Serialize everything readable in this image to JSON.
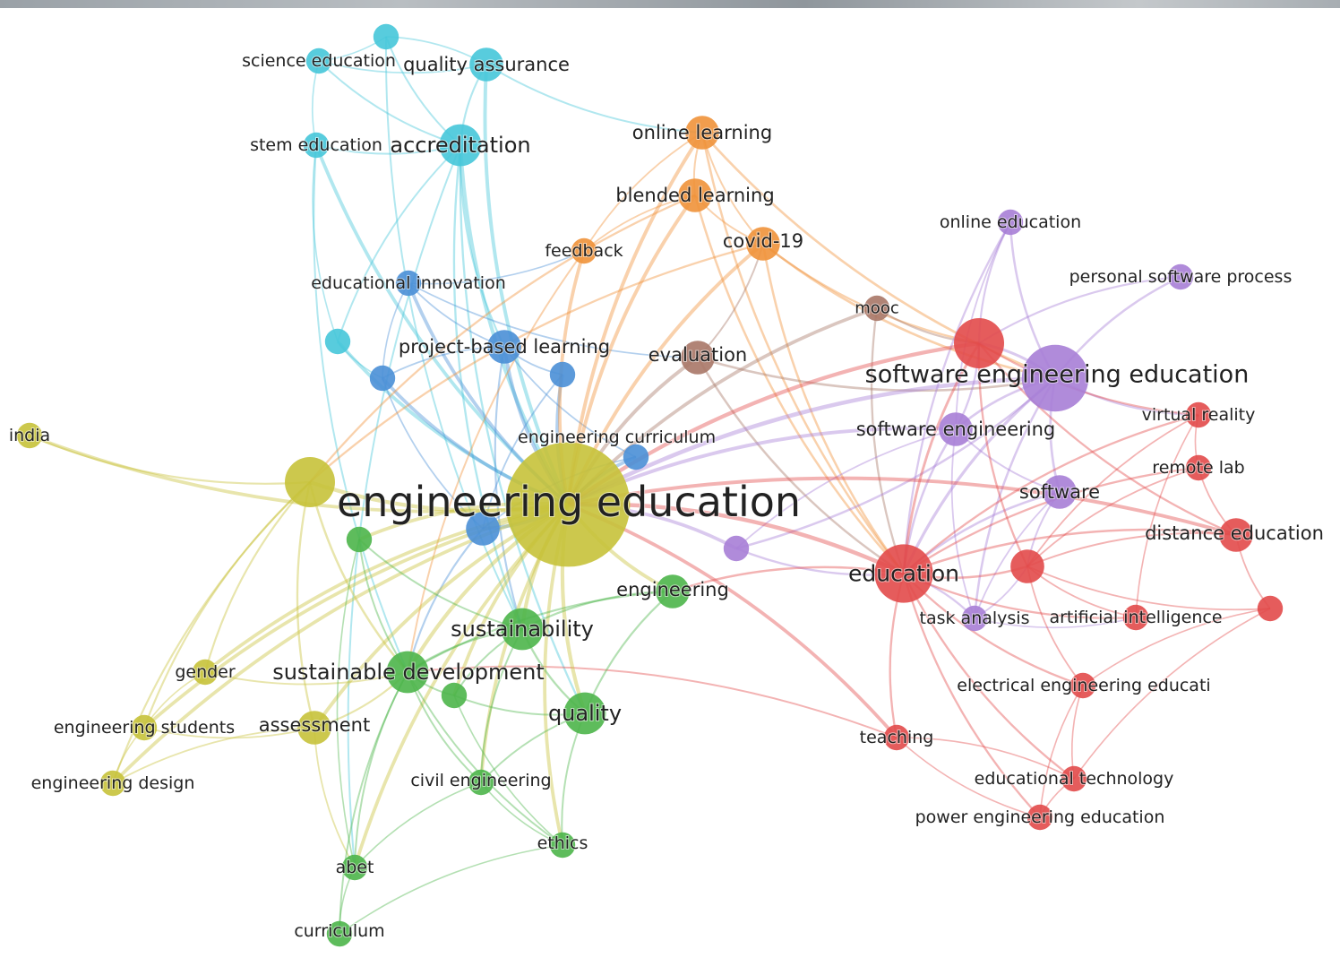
{
  "colors": {
    "cyan": "#46c6d9",
    "blue": "#4a8fd6",
    "orange": "#f0923a",
    "brown": "#a87767",
    "purple": "#a77ed6",
    "red": "#e24a4a",
    "yellow": "#c7c23a",
    "green": "#4cb54a"
  },
  "nodes": [
    {
      "id": "science-education",
      "label": "science education",
      "cluster": "cyan",
      "weight": 2
    },
    {
      "id": "quality-assurance",
      "label": "quality assurance",
      "cluster": "cyan",
      "weight": 3
    },
    {
      "id": "stem-education",
      "label": "stem education",
      "cluster": "cyan",
      "weight": 2
    },
    {
      "id": "accreditation",
      "label": "accreditation",
      "cluster": "cyan",
      "weight": 4
    },
    {
      "id": "cyan-top",
      "label": "",
      "cluster": "cyan",
      "weight": 2
    },
    {
      "id": "cyan-left",
      "label": "",
      "cluster": "cyan",
      "weight": 2
    },
    {
      "id": "educational-innovation",
      "label": "educational innovation",
      "cluster": "blue",
      "weight": 2
    },
    {
      "id": "project-based-learning",
      "label": "project-based learning",
      "cluster": "blue",
      "weight": 3
    },
    {
      "id": "blue-left",
      "label": "",
      "cluster": "blue",
      "weight": 2
    },
    {
      "id": "blue-mid",
      "label": "",
      "cluster": "blue",
      "weight": 2
    },
    {
      "id": "engineering-curriculum",
      "label": "engineering curriculum",
      "cluster": "blue",
      "weight": 2
    },
    {
      "id": "blue-center",
      "label": "",
      "cluster": "blue",
      "weight": 3
    },
    {
      "id": "online-learning",
      "label": "online learning",
      "cluster": "orange",
      "weight": 3
    },
    {
      "id": "blended-learning",
      "label": "blended learning",
      "cluster": "orange",
      "weight": 3
    },
    {
      "id": "feedback",
      "label": "feedback",
      "cluster": "orange",
      "weight": 2
    },
    {
      "id": "covid-19",
      "label": "covid-19",
      "cluster": "orange",
      "weight": 3
    },
    {
      "id": "mooc",
      "label": "mooc",
      "cluster": "brown",
      "weight": 2
    },
    {
      "id": "evaluation",
      "label": "evaluation",
      "cluster": "brown",
      "weight": 3
    },
    {
      "id": "online-education",
      "label": "online education",
      "cluster": "purple",
      "weight": 2
    },
    {
      "id": "personal-software-process",
      "label": "personal software process",
      "cluster": "purple",
      "weight": 2
    },
    {
      "id": "software-engineering-education",
      "label": "software engineering education",
      "cluster": "purple",
      "weight": 7
    },
    {
      "id": "software-engineering",
      "label": "software engineering",
      "cluster": "purple",
      "weight": 3
    },
    {
      "id": "software",
      "label": "software",
      "cluster": "purple",
      "weight": 3
    },
    {
      "id": "purple-mid",
      "label": "",
      "cluster": "purple",
      "weight": 2
    },
    {
      "id": "task-analysis",
      "label": "task analysis",
      "cluster": "purple",
      "weight": 2
    },
    {
      "id": "red-top",
      "label": "",
      "cluster": "red",
      "weight": 5
    },
    {
      "id": "virtual-reality",
      "label": "virtual reality",
      "cluster": "red",
      "weight": 2
    },
    {
      "id": "remote-lab",
      "label": "remote lab",
      "cluster": "red",
      "weight": 2
    },
    {
      "id": "distance-education",
      "label": "distance education",
      "cluster": "red",
      "weight": 3
    },
    {
      "id": "education",
      "label": "education",
      "cluster": "red",
      "weight": 6
    },
    {
      "id": "red-mid",
      "label": "",
      "cluster": "red",
      "weight": 3
    },
    {
      "id": "red-right",
      "label": "",
      "cluster": "red",
      "weight": 2
    },
    {
      "id": "artificial-intelligence",
      "label": "artificial intelligence",
      "cluster": "red",
      "weight": 2
    },
    {
      "id": "electrical-engineering-education",
      "label": "electrical engineering educati",
      "cluster": "red",
      "weight": 2
    },
    {
      "id": "teaching",
      "label": "teaching",
      "cluster": "red",
      "weight": 2
    },
    {
      "id": "educational-technology",
      "label": "educational technology",
      "cluster": "red",
      "weight": 2
    },
    {
      "id": "power-engineering-education",
      "label": "power engineering education",
      "cluster": "red",
      "weight": 2
    },
    {
      "id": "india",
      "label": "india",
      "cluster": "yellow",
      "weight": 2
    },
    {
      "id": "yellow-left",
      "label": "",
      "cluster": "yellow",
      "weight": 5
    },
    {
      "id": "engineering-education",
      "label": "engineering education",
      "cluster": "yellow",
      "weight": 14
    },
    {
      "id": "gender",
      "label": "gender",
      "cluster": "yellow",
      "weight": 2
    },
    {
      "id": "engineering-students",
      "label": "engineering students",
      "cluster": "yellow",
      "weight": 2
    },
    {
      "id": "assessment",
      "label": "assessment",
      "cluster": "yellow",
      "weight": 3
    },
    {
      "id": "engineering-design",
      "label": "engineering design",
      "cluster": "yellow",
      "weight": 2
    },
    {
      "id": "green-left",
      "label": "",
      "cluster": "green",
      "weight": 2
    },
    {
      "id": "engineering",
      "label": "engineering",
      "cluster": "green",
      "weight": 3
    },
    {
      "id": "sustainability",
      "label": "sustainability",
      "cluster": "green",
      "weight": 4
    },
    {
      "id": "sustainable-development",
      "label": "sustainable development",
      "cluster": "green",
      "weight": 4
    },
    {
      "id": "green-mid",
      "label": "",
      "cluster": "green",
      "weight": 2
    },
    {
      "id": "quality",
      "label": "quality",
      "cluster": "green",
      "weight": 4
    },
    {
      "id": "civil-engineering",
      "label": "civil engineering",
      "cluster": "green",
      "weight": 2
    },
    {
      "id": "ethics",
      "label": "ethics",
      "cluster": "green",
      "weight": 2
    },
    {
      "id": "abet",
      "label": "abet",
      "cluster": "green",
      "weight": 2
    },
    {
      "id": "curriculum",
      "label": "curriculum",
      "cluster": "green",
      "weight": 2
    }
  ],
  "edges": [
    [
      "science-education",
      "quality-assurance"
    ],
    [
      "science-education",
      "accreditation"
    ],
    [
      "science-education",
      "stem-education"
    ],
    [
      "science-education",
      "cyan-top"
    ],
    [
      "quality-assurance",
      "accreditation"
    ],
    [
      "quality-assurance",
      "cyan-top"
    ],
    [
      "quality-assurance",
      "engineering-education"
    ],
    [
      "quality-assurance",
      "online-learning"
    ],
    [
      "stem-education",
      "accreditation"
    ],
    [
      "stem-education",
      "engineering-education"
    ],
    [
      "stem-education",
      "cyan-left"
    ],
    [
      "stem-education",
      "sustainable-development"
    ],
    [
      "accreditation",
      "engineering-education"
    ],
    [
      "accreditation",
      "quality"
    ],
    [
      "accreditation",
      "sustainability"
    ],
    [
      "accreditation",
      "cyan-left"
    ],
    [
      "accreditation",
      "project-based-learning"
    ],
    [
      "accreditation",
      "abet"
    ],
    [
      "cyan-top",
      "accreditation"
    ],
    [
      "cyan-top",
      "sustainability"
    ],
    [
      "cyan-left",
      "engineering-education"
    ],
    [
      "cyan-left",
      "blue-left"
    ],
    [
      "educational-innovation",
      "engineering-education"
    ],
    [
      "educational-innovation",
      "project-based-learning"
    ],
    [
      "educational-innovation",
      "blue-left"
    ],
    [
      "educational-innovation",
      "evaluation"
    ],
    [
      "educational-innovation",
      "feedback"
    ],
    [
      "project-based-learning",
      "engineering-education"
    ],
    [
      "project-based-learning",
      "blue-mid"
    ],
    [
      "project-based-learning",
      "blue-left"
    ],
    [
      "project-based-learning",
      "sustainability"
    ],
    [
      "project-based-learning",
      "engineering-curriculum"
    ],
    [
      "blue-left",
      "engineering-education"
    ],
    [
      "blue-left",
      "blue-center"
    ],
    [
      "blue-mid",
      "engineering-education"
    ],
    [
      "blue-mid",
      "blue-center"
    ],
    [
      "engineering-curriculum",
      "engineering-education"
    ],
    [
      "engineering-curriculum",
      "blue-center"
    ],
    [
      "blue-center",
      "engineering-education"
    ],
    [
      "blue-center",
      "sustainable-development"
    ],
    [
      "online-learning",
      "blended-learning"
    ],
    [
      "online-learning",
      "covid-19"
    ],
    [
      "online-learning",
      "engineering-education"
    ],
    [
      "online-learning",
      "education"
    ],
    [
      "online-learning",
      "feedback"
    ],
    [
      "online-learning",
      "software-engineering-education"
    ],
    [
      "blended-learning",
      "covid-19"
    ],
    [
      "blended-learning",
      "feedback"
    ],
    [
      "blended-learning",
      "engineering-education"
    ],
    [
      "blended-learning",
      "education"
    ],
    [
      "blended-learning",
      "yellow-left"
    ],
    [
      "covid-19",
      "engineering-education"
    ],
    [
      "covid-19",
      "education"
    ],
    [
      "covid-19",
      "red-top"
    ],
    [
      "covid-19",
      "software-engineering-education"
    ],
    [
      "covid-19",
      "yellow-left"
    ],
    [
      "feedback",
      "engineering-education"
    ],
    [
      "feedback",
      "sustainable-development"
    ],
    [
      "mooc",
      "red-top"
    ],
    [
      "mooc",
      "engineering-education"
    ],
    [
      "mooc",
      "education"
    ],
    [
      "evaluation",
      "engineering-education"
    ],
    [
      "evaluation",
      "education"
    ],
    [
      "evaluation",
      "software-engineering-education"
    ],
    [
      "evaluation",
      "covid-19"
    ],
    [
      "online-education",
      "software-engineering-education"
    ],
    [
      "online-education",
      "red-top"
    ],
    [
      "online-education",
      "software-engineering"
    ],
    [
      "online-education",
      "education"
    ],
    [
      "personal-software-process",
      "software-engineering-education"
    ],
    [
      "personal-software-process",
      "red-top"
    ],
    [
      "software-engineering-education",
      "software-engineering"
    ],
    [
      "software-engineering-education",
      "software"
    ],
    [
      "software-engineering-education",
      "red-top"
    ],
    [
      "software-engineering-education",
      "education"
    ],
    [
      "software-engineering-education",
      "engineering-education"
    ],
    [
      "software-engineering-education",
      "task-analysis"
    ],
    [
      "software-engineering-education",
      "virtual-reality"
    ],
    [
      "software-engineering",
      "software"
    ],
    [
      "software-engineering",
      "education"
    ],
    [
      "software-engineering",
      "engineering-education"
    ],
    [
      "software-engineering",
      "task-analysis"
    ],
    [
      "software-engineering",
      "red-top"
    ],
    [
      "software-engineering",
      "purple-mid"
    ],
    [
      "software",
      "education"
    ],
    [
      "software",
      "task-analysis"
    ],
    [
      "software",
      "red-mid"
    ],
    [
      "purple-mid",
      "engineering-education"
    ],
    [
      "purple-mid",
      "education"
    ],
    [
      "purple-mid",
      "software-engineering-education"
    ],
    [
      "task-analysis",
      "education"
    ],
    [
      "task-analysis",
      "red-mid"
    ],
    [
      "task-analysis",
      "artificial-intelligence"
    ],
    [
      "red-top",
      "education"
    ],
    [
      "red-top",
      "virtual-reality"
    ],
    [
      "red-top",
      "distance-education"
    ],
    [
      "red-top",
      "red-mid"
    ],
    [
      "red-top",
      "engineering-education"
    ],
    [
      "virtual-reality",
      "remote-lab"
    ],
    [
      "virtual-reality",
      "education"
    ],
    [
      "virtual-reality",
      "red-mid"
    ],
    [
      "virtual-reality",
      "artificial-intelligence"
    ],
    [
      "remote-lab",
      "distance-education"
    ],
    [
      "remote-lab",
      "education"
    ],
    [
      "remote-lab",
      "red-mid"
    ],
    [
      "distance-education",
      "education"
    ],
    [
      "distance-education",
      "red-right"
    ],
    [
      "distance-education",
      "red-mid"
    ],
    [
      "distance-education",
      "engineering-education"
    ],
    [
      "education",
      "red-mid"
    ],
    [
      "education",
      "artificial-intelligence"
    ],
    [
      "education",
      "electrical-engineering-education"
    ],
    [
      "education",
      "teaching"
    ],
    [
      "education",
      "educational-technology"
    ],
    [
      "education",
      "power-engineering-education"
    ],
    [
      "education",
      "engineering-education"
    ],
    [
      "education",
      "engineering"
    ],
    [
      "red-mid",
      "artificial-intelligence"
    ],
    [
      "red-mid",
      "electrical-engineering-education"
    ],
    [
      "red-mid",
      "red-right"
    ],
    [
      "red-right",
      "educational-technology"
    ],
    [
      "red-right",
      "electrical-engineering-education"
    ],
    [
      "electrical-engineering-education",
      "power-engineering-education"
    ],
    [
      "electrical-engineering-education",
      "educational-technology"
    ],
    [
      "teaching",
      "engineering-education"
    ],
    [
      "teaching",
      "power-engineering-education"
    ],
    [
      "teaching",
      "sustainable-development"
    ],
    [
      "educational-technology",
      "power-engineering-education"
    ],
    [
      "educational-technology",
      "teaching"
    ],
    [
      "india",
      "engineering-education"
    ],
    [
      "india",
      "yellow-left"
    ],
    [
      "yellow-left",
      "engineering-education"
    ],
    [
      "yellow-left",
      "gender"
    ],
    [
      "yellow-left",
      "engineering-students"
    ],
    [
      "yellow-left",
      "assessment"
    ],
    [
      "yellow-left",
      "engineering-design"
    ],
    [
      "yellow-left",
      "sustainable-development"
    ],
    [
      "engineering-education",
      "gender"
    ],
    [
      "engineering-education",
      "engineering-students"
    ],
    [
      "engineering-education",
      "assessment"
    ],
    [
      "engineering-education",
      "engineering-design"
    ],
    [
      "engineering-education",
      "sustainability"
    ],
    [
      "engineering-education",
      "sustainable-development"
    ],
    [
      "engineering-education",
      "engineering"
    ],
    [
      "engineering-education",
      "quality"
    ],
    [
      "engineering-education",
      "civil-engineering"
    ],
    [
      "engineering-education",
      "ethics"
    ],
    [
      "engineering-education",
      "green-left"
    ],
    [
      "engineering-education",
      "green-mid"
    ],
    [
      "engineering-education",
      "abet"
    ],
    [
      "gender",
      "engineering-students"
    ],
    [
      "gender",
      "sustainable-development"
    ],
    [
      "engineering-students",
      "engineering-design"
    ],
    [
      "engineering-students",
      "assessment"
    ],
    [
      "assessment",
      "engineering-design"
    ],
    [
      "assessment",
      "sustainable-development"
    ],
    [
      "assessment",
      "abet"
    ],
    [
      "green-left",
      "sustainable-development"
    ],
    [
      "green-left",
      "sustainability"
    ],
    [
      "green-left",
      "abet"
    ],
    [
      "engineering",
      "sustainability"
    ],
    [
      "engineering",
      "quality"
    ],
    [
      "engineering",
      "sustainable-development"
    ],
    [
      "sustainability",
      "sustainable-development"
    ],
    [
      "sustainability",
      "quality"
    ],
    [
      "sustainability",
      "green-mid"
    ],
    [
      "sustainability",
      "civil-engineering"
    ],
    [
      "sustainable-development",
      "green-mid"
    ],
    [
      "sustainable-development",
      "civil-engineering"
    ],
    [
      "sustainable-development",
      "abet"
    ],
    [
      "sustainable-development",
      "curriculum"
    ],
    [
      "sustainable-development",
      "ethics"
    ],
    [
      "green-mid",
      "quality"
    ],
    [
      "green-mid",
      "ethics"
    ],
    [
      "quality",
      "ethics"
    ],
    [
      "quality",
      "civil-engineering"
    ],
    [
      "civil-engineering",
      "ethics"
    ],
    [
      "civil-engineering",
      "abet"
    ],
    [
      "abet",
      "curriculum"
    ],
    [
      "ethics",
      "curriculum"
    ]
  ]
}
